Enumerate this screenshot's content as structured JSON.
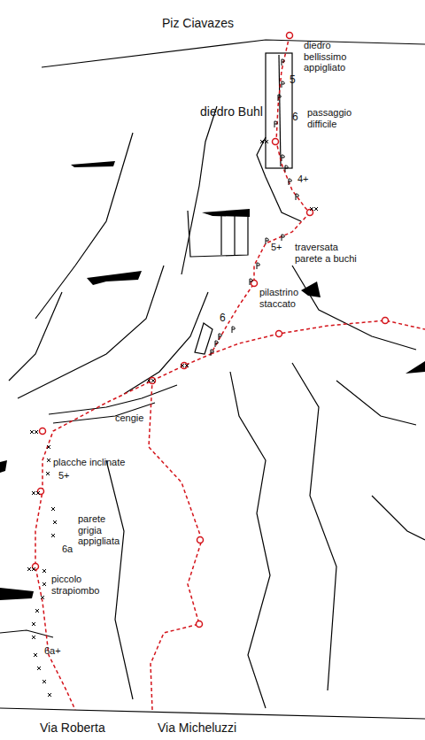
{
  "diagram": {
    "title": "Piz Ciavazes",
    "labels": [
      "diedro bellissimo appigliato",
      "5",
      "6",
      "passaggio difficile",
      "diedro Buhl",
      "4+",
      "5+",
      "traversata parete a buchi",
      "pilastrino staccato",
      "6",
      "cengie",
      "placche inclinate",
      "5+",
      "parete grigia appigliata",
      "6a",
      "piccolo strapiombo",
      "6a+",
      "Via Roberta",
      "Via Micheluzzi"
    ]
  }
}
